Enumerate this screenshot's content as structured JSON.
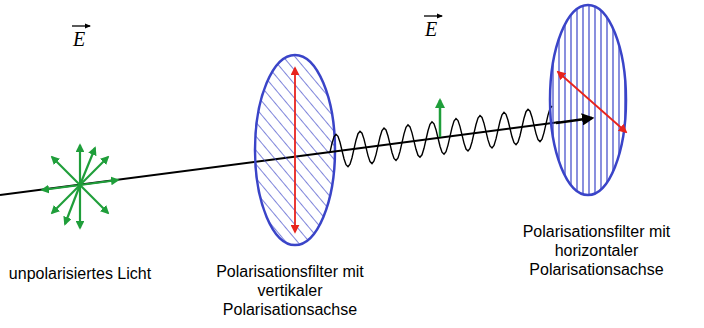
{
  "diagram": {
    "labels": [
      "E",
      "E",
      "unpolarisiertes Licht",
      "Polarisationsfilter mit vertikaler Polarisationsachse",
      "Polarisationsfilter mit horizontaler Polarisationsachse"
    ]
  }
}
